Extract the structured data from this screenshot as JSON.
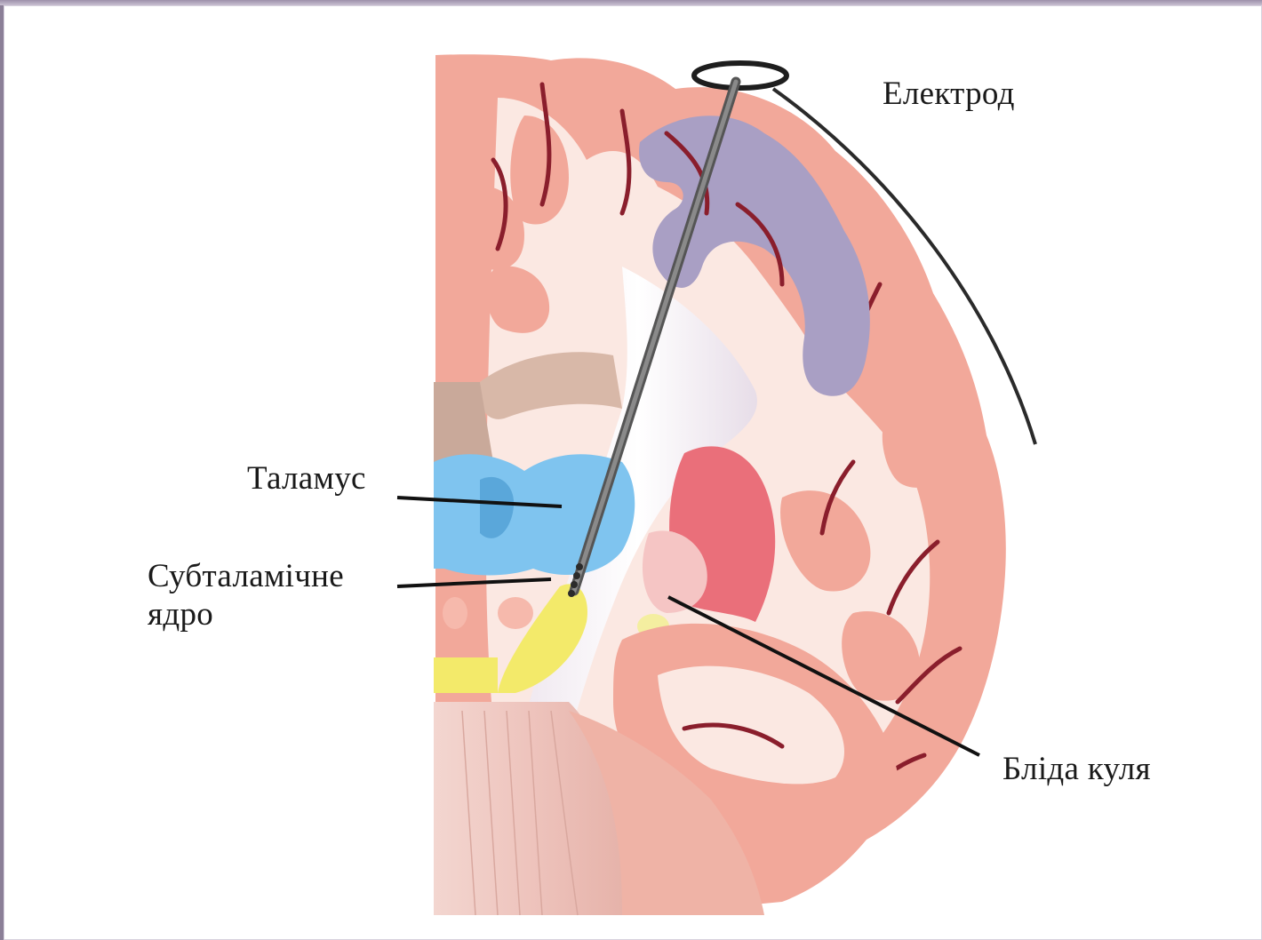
{
  "labels": {
    "electrode": "Електрод",
    "thalamus": "Таламус",
    "subthalamic_line1": "Субталамічне",
    "subthalamic_line2": "ядро",
    "globus_pallidus": "Бліда куля"
  },
  "colors": {
    "cortex": "#f2a89a",
    "cortex_dark": "#e88f80",
    "white_matter": "#fbe8e2",
    "motor_cortex": "#a99fc4",
    "thalamus": "#7fc4ef",
    "putamen": "#ea6f7a",
    "pallidus": "#f5c5c4",
    "subthalamic": "#f3ea6a",
    "electrode": "#3a3a3a",
    "sulcus": "#8a1e2c"
  }
}
